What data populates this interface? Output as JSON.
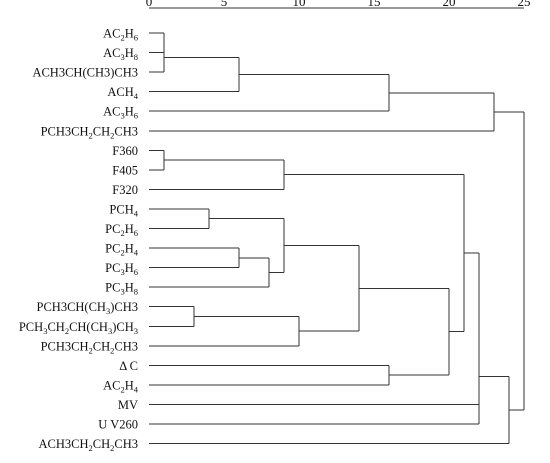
{
  "axis": {
    "ticks": [
      0,
      5,
      10,
      15,
      20,
      25
    ],
    "range": [
      0,
      25
    ]
  },
  "leaves": [
    {
      "id": "ac2h6",
      "parts": [
        [
          "AC",
          ""
        ],
        [
          "2",
          "sub"
        ],
        [
          "H",
          ""
        ],
        [
          "6",
          "sub"
        ]
      ]
    },
    {
      "id": "ac3h8",
      "parts": [
        [
          "AC",
          ""
        ],
        [
          "3",
          "sub"
        ],
        [
          "H",
          ""
        ],
        [
          "8",
          "sub"
        ]
      ]
    },
    {
      "id": "ach3ch-ch3-ch3",
      "parts": [
        [
          "ACH3CH(CH3)CH3",
          ""
        ]
      ]
    },
    {
      "id": "ach4",
      "parts": [
        [
          "ACH",
          ""
        ],
        [
          "4",
          "sub"
        ]
      ]
    },
    {
      "id": "ac3h6",
      "parts": [
        [
          "AC",
          ""
        ],
        [
          "3",
          "sub"
        ],
        [
          "H",
          ""
        ],
        [
          "6",
          "sub"
        ]
      ]
    },
    {
      "id": "pch3ch2ch2ch3-a",
      "parts": [
        [
          "PCH3CH",
          ""
        ],
        [
          "2",
          "sub"
        ],
        [
          "CH",
          ""
        ],
        [
          "2",
          "sub"
        ],
        [
          "CH3",
          ""
        ]
      ]
    },
    {
      "id": "f360",
      "parts": [
        [
          "F360",
          ""
        ]
      ]
    },
    {
      "id": "f405",
      "parts": [
        [
          "F405",
          ""
        ]
      ]
    },
    {
      "id": "f320",
      "parts": [
        [
          "F320",
          ""
        ]
      ]
    },
    {
      "id": "pch4",
      "parts": [
        [
          "PCH",
          ""
        ],
        [
          "4",
          "sub"
        ]
      ]
    },
    {
      "id": "pc2h6",
      "parts": [
        [
          "PC",
          ""
        ],
        [
          "2",
          "sub"
        ],
        [
          "H",
          ""
        ],
        [
          "6",
          "sub"
        ]
      ]
    },
    {
      "id": "pc2h4",
      "parts": [
        [
          "PC",
          ""
        ],
        [
          "2",
          "sub"
        ],
        [
          "H",
          ""
        ],
        [
          "4",
          "sub"
        ]
      ]
    },
    {
      "id": "pc3h6",
      "parts": [
        [
          "PC",
          ""
        ],
        [
          "3",
          "sub"
        ],
        [
          "H",
          ""
        ],
        [
          "6",
          "sub"
        ]
      ]
    },
    {
      "id": "pc3h8",
      "parts": [
        [
          "PC",
          ""
        ],
        [
          "3",
          "sub"
        ],
        [
          "H",
          ""
        ],
        [
          "8",
          "sub"
        ]
      ]
    },
    {
      "id": "pch3ch-ch3-ch3",
      "parts": [
        [
          "PCH3CH(CH",
          ""
        ],
        [
          "3",
          "sub"
        ],
        [
          ")CH3",
          ""
        ]
      ]
    },
    {
      "id": "pch3ch2ch-ch3-ch3",
      "parts": [
        [
          "PCH",
          ""
        ],
        [
          "3",
          "sub"
        ],
        [
          "CH",
          ""
        ],
        [
          "2",
          "sub"
        ],
        [
          "CH(CH",
          ""
        ],
        [
          "3",
          "sub"
        ],
        [
          ")CH",
          ""
        ],
        [
          "3",
          "sub"
        ]
      ]
    },
    {
      "id": "pch3ch2ch2ch3-b",
      "parts": [
        [
          "PCH3CH",
          ""
        ],
        [
          "2",
          "sub"
        ],
        [
          "CH",
          ""
        ],
        [
          "2",
          "sub"
        ],
        [
          "CH3",
          ""
        ]
      ]
    },
    {
      "id": "delta-c",
      "parts": [
        [
          "Δ C",
          ""
        ]
      ]
    },
    {
      "id": "ac2h4",
      "parts": [
        [
          "AC",
          ""
        ],
        [
          "2",
          "sub"
        ],
        [
          "H",
          ""
        ],
        [
          "4",
          "sub"
        ]
      ]
    },
    {
      "id": "mv",
      "parts": [
        [
          "MV",
          ""
        ]
      ]
    },
    {
      "id": "uv260",
      "parts": [
        [
          "U V260",
          ""
        ]
      ]
    },
    {
      "id": "ach3ch2ch2ch3",
      "parts": [
        [
          "ACH3CH",
          ""
        ],
        [
          "2",
          "sub"
        ],
        [
          "CH",
          ""
        ],
        [
          "2",
          "sub"
        ],
        [
          "CH3",
          ""
        ]
      ]
    }
  ],
  "merges": [
    {
      "a": 0,
      "b": 1,
      "h": 1.0
    },
    {
      "a": 22,
      "b": 2,
      "h": 1.0
    },
    {
      "a": 23,
      "b": 3,
      "h": 6.0
    },
    {
      "a": 24,
      "b": 4,
      "h": 16.0
    },
    {
      "a": 25,
      "b": 5,
      "h": 23.0
    },
    {
      "a": 6,
      "b": 7,
      "h": 1.0
    },
    {
      "a": 27,
      "b": 8,
      "h": 9.0
    },
    {
      "a": 9,
      "b": 10,
      "h": 4.0
    },
    {
      "a": 11,
      "b": 12,
      "h": 6.0
    },
    {
      "a": 30,
      "b": 13,
      "h": 8.0
    },
    {
      "a": 29,
      "b": 31,
      "h": 9.0
    },
    {
      "a": 14,
      "b": 15,
      "h": 3.0
    },
    {
      "a": 33,
      "b": 16,
      "h": 10.0
    },
    {
      "a": 32,
      "b": 34,
      "h": 14.0
    },
    {
      "a": 17,
      "b": 18,
      "h": 16.0
    },
    {
      "a": 35,
      "b": 36,
      "h": 20.0
    },
    {
      "a": 28,
      "b": 37,
      "h": 21.0
    },
    {
      "a": 38,
      "b": 19,
      "h": 22.0
    },
    {
      "a": 39,
      "b": 20,
      "h": 22.0
    },
    {
      "a": 40,
      "b": 21,
      "h": 24.0
    },
    {
      "a": 41,
      "b": 26,
      "h": 25.0
    }
  ]
}
